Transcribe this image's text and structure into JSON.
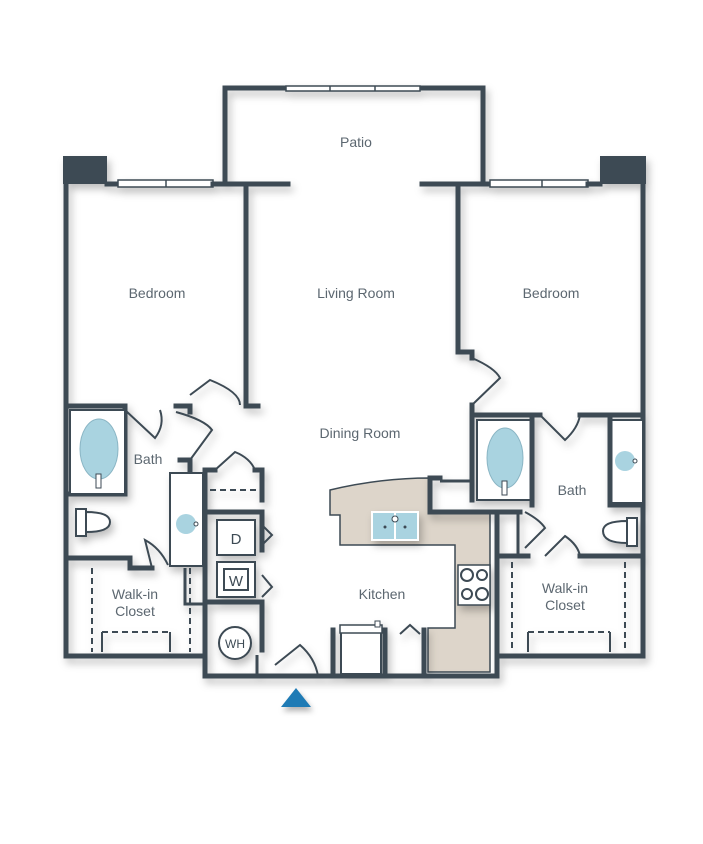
{
  "colors": {
    "wall": "#3d4a54",
    "counter": "#ddd5ca",
    "water": "#a9d3e0",
    "entry_marker": "#1f7bb5",
    "label": "#5c6770"
  },
  "rooms": {
    "patio": "Patio",
    "living_room": "Living Room",
    "dining_room": "Dining Room",
    "kitchen": "Kitchen",
    "bedroom_left": "Bedroom",
    "bedroom_right": "Bedroom",
    "bath_left": "Bath",
    "bath_right": "Bath",
    "closet_left_line1": "Walk-in",
    "closet_left_line2": "Closet",
    "closet_right_line1": "Walk-in",
    "closet_right_line2": "Closet"
  },
  "appliances": {
    "dryer": "D",
    "washer": "W",
    "water_heater": "WH"
  },
  "entry": {
    "icon": "entry-triangle-icon"
  }
}
